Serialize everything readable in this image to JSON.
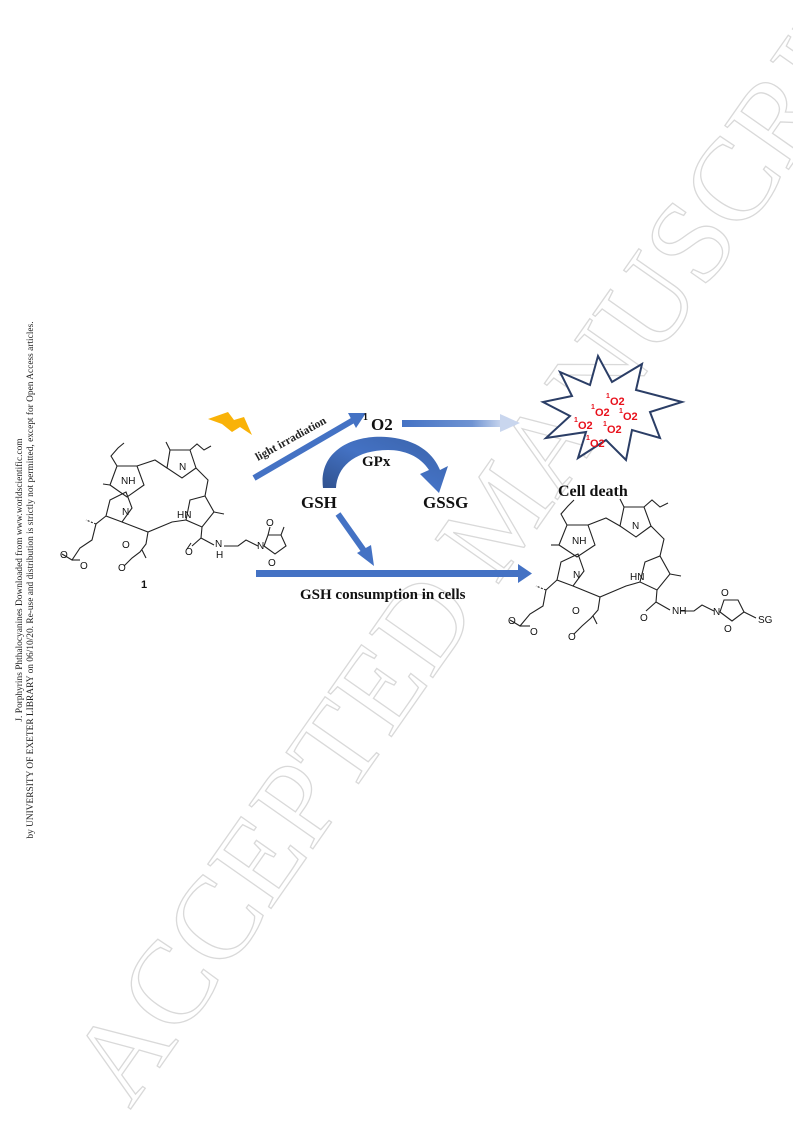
{
  "side_note": {
    "line1": "J. Porphyrins Phthalocyanines Downloaded from www.worldscientific.com",
    "line2": "by UNIVERSITY OF EXETER LIBRARY on 06/10/20. Re-use and distribution is strictly not permitted, except for Open Access articles."
  },
  "watermark": "ACCEPTED MANUSCRIPT",
  "scheme": {
    "light_label": "light irradiation",
    "singlet_oxygen": "O2",
    "singlet_sup": "1",
    "gpx": "GPx",
    "gsh": "GSH",
    "gssg": "GSSG",
    "cell_death": "Cell death",
    "consumption": "GSH consumption in cells",
    "compound_number": "1",
    "sg_label": "SG",
    "atoms": {
      "nh": "NH",
      "hn": "HN",
      "n": "N",
      "h": "H",
      "o": "O"
    }
  },
  "colors": {
    "arrow": "#4472c4",
    "oxygen_red": "#e8101b",
    "bolt": "#f9b208",
    "watermark": "#d9d9d9"
  }
}
